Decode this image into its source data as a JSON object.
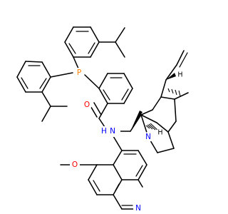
{
  "atom_labels": {
    "phosphorus": "P",
    "oxygen_amide": "O",
    "amide_nitrogen": "N",
    "amide_hydrogen": "H",
    "quinuclidine_nitrogen": "N",
    "quinoline_nitrogen": "N",
    "methoxy_oxygen": "O",
    "stereo_h_top": "H",
    "stereo_h_bottom": "H"
  },
  "colors": {
    "phosphorus": "#ff8000",
    "oxygen": "#ff0000",
    "nitrogen": "#0000ff",
    "bond": "#000000"
  }
}
